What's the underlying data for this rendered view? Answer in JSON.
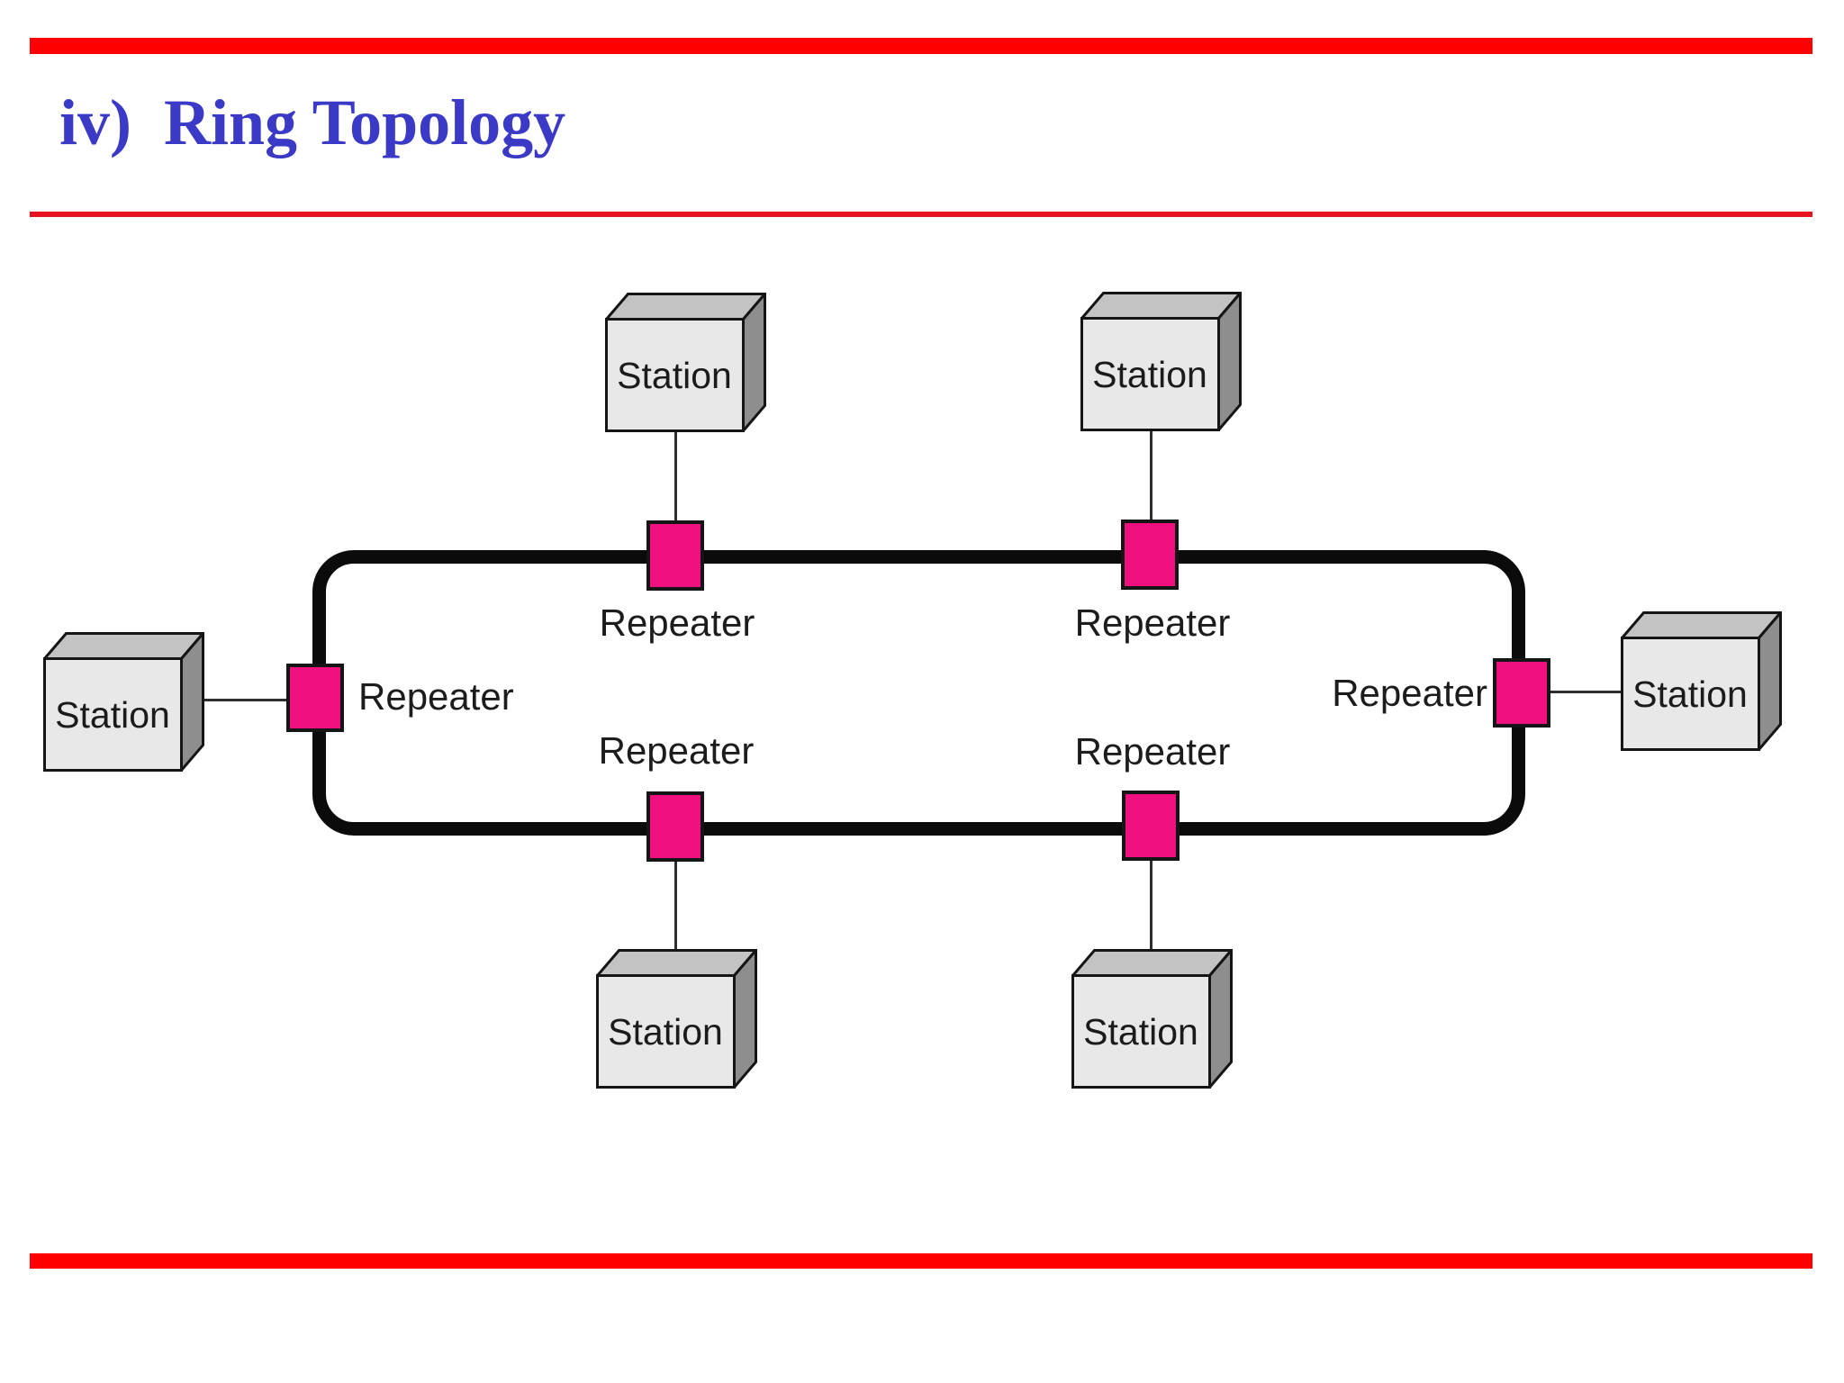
{
  "slide": {
    "title": "iv)  Ring Topology",
    "colors": {
      "bar_red": "#fe0000",
      "rule_red": "#e6121e",
      "title_blue": "#3a3ac6",
      "repeater_pink": "#f00f7f",
      "ring_black": "#0b0b0b",
      "box_front_gray": "#e8e8e8",
      "box_top_gray": "#c3c3c3",
      "box_side_gray": "#8e8e8e"
    }
  },
  "diagram": {
    "stations": [
      {
        "id": "top-left",
        "label": "Station"
      },
      {
        "id": "top-right",
        "label": "Station"
      },
      {
        "id": "left",
        "label": "Station"
      },
      {
        "id": "right",
        "label": "Station"
      },
      {
        "id": "bottom-left",
        "label": "Station"
      },
      {
        "id": "bottom-right",
        "label": "Station"
      }
    ],
    "repeaters": [
      {
        "id": "top-left",
        "label": "Repeater"
      },
      {
        "id": "top-right",
        "label": "Repeater"
      },
      {
        "id": "left",
        "label": "Repeater"
      },
      {
        "id": "right",
        "label": "Repeater"
      },
      {
        "id": "bottom-left",
        "label": "Repeater"
      },
      {
        "id": "bottom-right",
        "label": "Repeater"
      }
    ]
  }
}
